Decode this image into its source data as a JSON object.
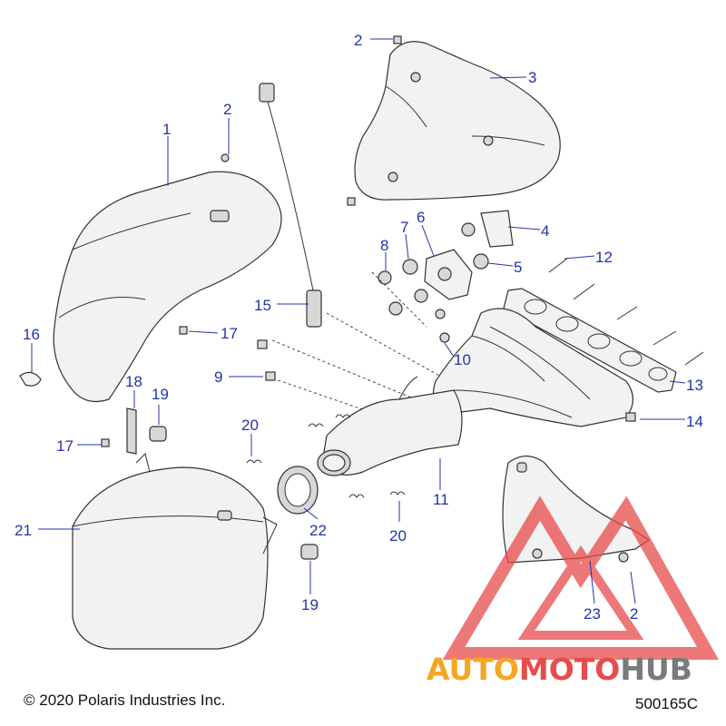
{
  "diagram": {
    "callouts": [
      {
        "id": "c1",
        "label": "1"
      },
      {
        "id": "c2a",
        "label": "2"
      },
      {
        "id": "c2b",
        "label": "2"
      },
      {
        "id": "c2c",
        "label": "2"
      },
      {
        "id": "c3",
        "label": "3"
      },
      {
        "id": "c4",
        "label": "4"
      },
      {
        "id": "c5",
        "label": "5"
      },
      {
        "id": "c6",
        "label": "6"
      },
      {
        "id": "c7",
        "label": "7"
      },
      {
        "id": "c8",
        "label": "8"
      },
      {
        "id": "c9",
        "label": "9"
      },
      {
        "id": "c10",
        "label": "10"
      },
      {
        "id": "c11",
        "label": "11"
      },
      {
        "id": "c12",
        "label": "12"
      },
      {
        "id": "c13",
        "label": "13"
      },
      {
        "id": "c14",
        "label": "14"
      },
      {
        "id": "c15",
        "label": "15"
      },
      {
        "id": "c16",
        "label": "16"
      },
      {
        "id": "c17a",
        "label": "17"
      },
      {
        "id": "c17b",
        "label": "17"
      },
      {
        "id": "c18",
        "label": "18"
      },
      {
        "id": "c19a",
        "label": "19"
      },
      {
        "id": "c19b",
        "label": "19"
      },
      {
        "id": "c20a",
        "label": "20"
      },
      {
        "id": "c20b",
        "label": "20"
      },
      {
        "id": "c21",
        "label": "21"
      },
      {
        "id": "c22",
        "label": "22"
      },
      {
        "id": "c23",
        "label": "23"
      }
    ]
  },
  "footer": {
    "copyright": "© 2020 Polaris Industries Inc.",
    "drawing_number": "500165C"
  },
  "watermark": {
    "part1": "AUTO",
    "part2": "MOTO",
    "part3": "HUB",
    "color_orange": "#f5a623",
    "color_red": "#e84b4b",
    "color_gray": "#7a7a7a"
  }
}
